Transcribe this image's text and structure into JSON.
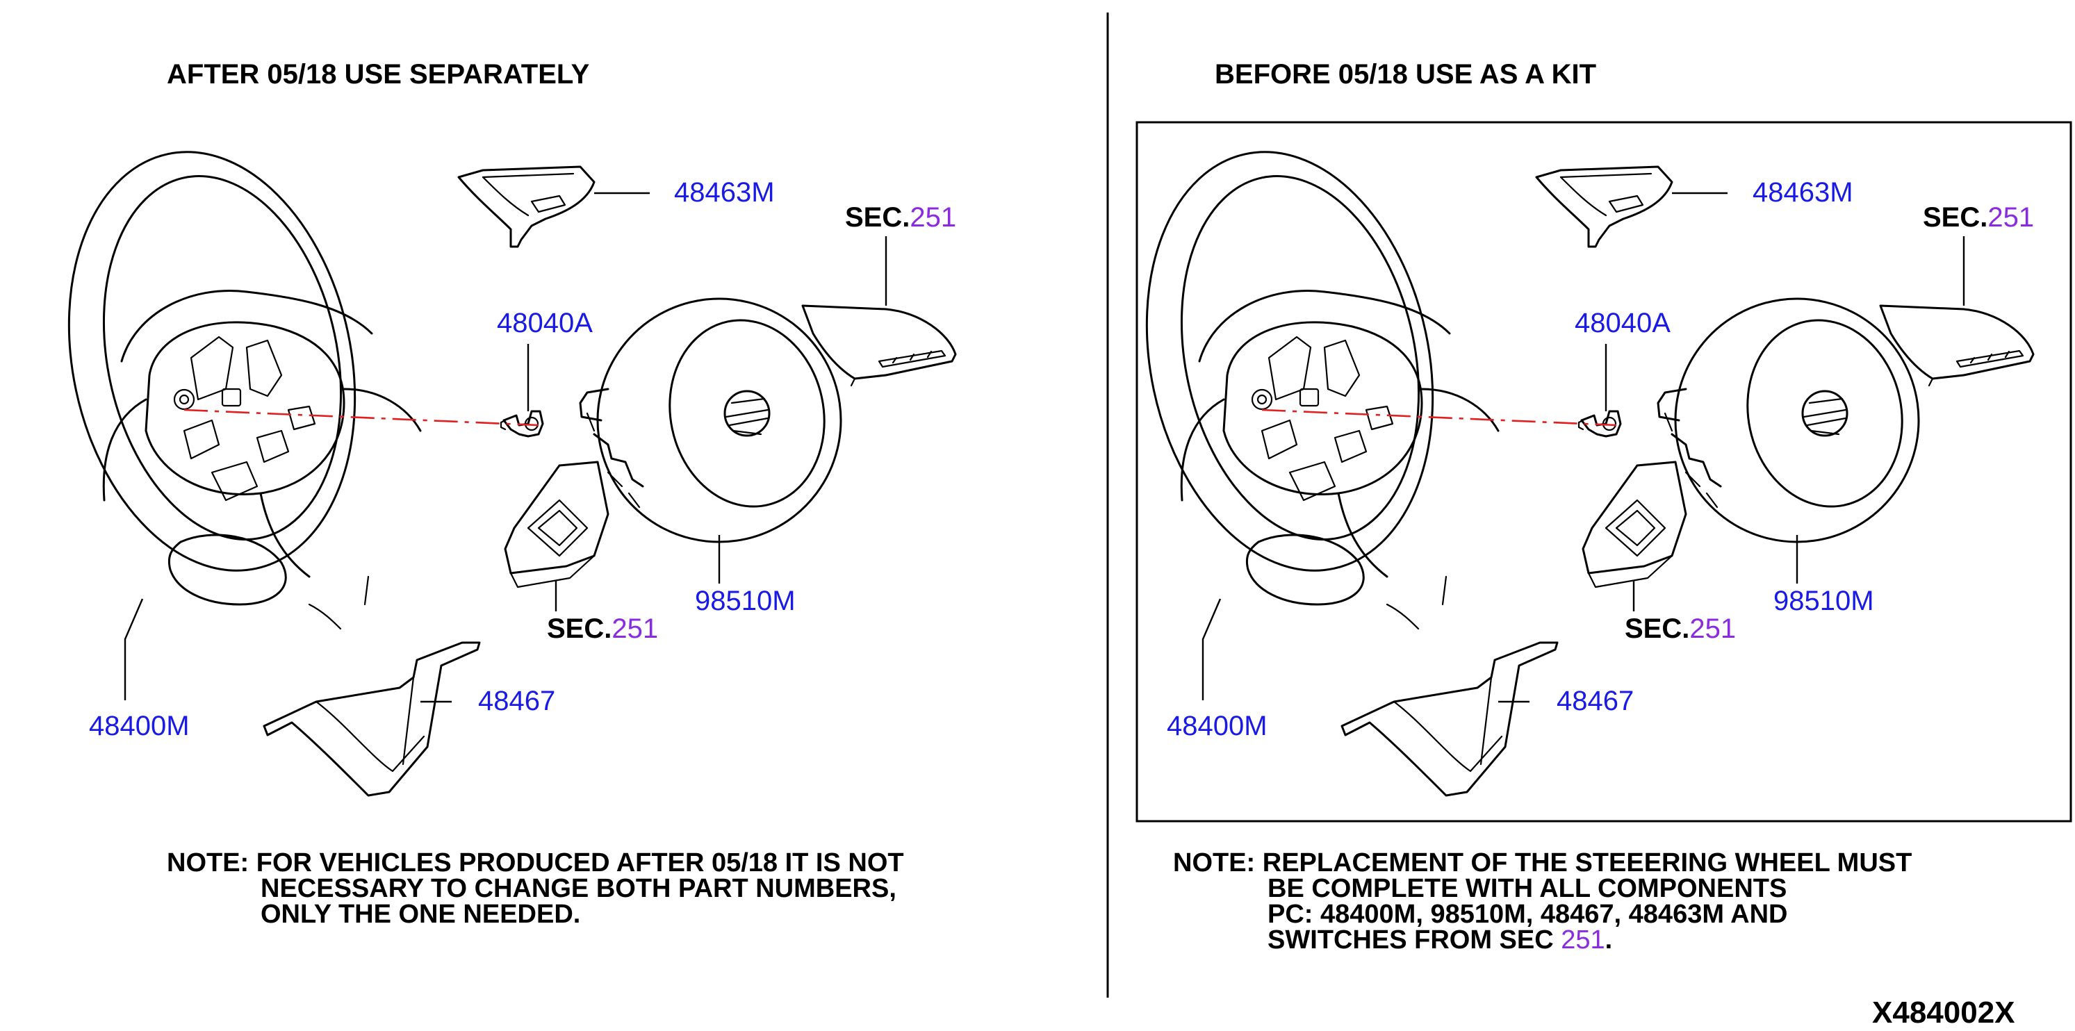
{
  "left": {
    "header": "AFTER 05/18 USE SEPARATELY",
    "parts": {
      "steering_wheel": "48400M",
      "switch_cover": "48463M",
      "bolt": "48040A",
      "airbag": "98510M",
      "finisher": "48467"
    },
    "sec_upper": {
      "prefix": "SEC.",
      "number": "251"
    },
    "sec_lower": {
      "prefix": "SEC.",
      "number": "251"
    },
    "note": {
      "line1": "NOTE: FOR VEHICLES PRODUCED AFTER 05/18 IT IS NOT",
      "line2": "NECESSARY  TO  CHANGE  BOTH  PART  NUMBERS,",
      "line3": "ONLY THE ONE NEEDED."
    }
  },
  "right": {
    "header": "BEFORE 05/18 USE AS A KIT",
    "parts": {
      "steering_wheel": "48400M",
      "switch_cover": "48463M",
      "bolt": "48040A",
      "airbag": "98510M",
      "finisher": "48467"
    },
    "sec_upper": {
      "prefix": "SEC.",
      "number": "251"
    },
    "sec_lower": {
      "prefix": "SEC.",
      "number": "251"
    },
    "note": {
      "line1": "NOTE: REPLACEMENT OF THE STEEERING WHEEL MUST",
      "line2": "BE COMPLETE WITH ALL COMPONENTS",
      "line3": "PC: 48400M, 98510M, 48467, 48463M AND",
      "line4_prefix": "SWITCHES FROM SEC ",
      "line4_link": "251",
      "line4_suffix": "."
    }
  },
  "diagram_code": "X484002X",
  "colors": {
    "part_number": "#1a1ae6",
    "section_link": "#8a2be2",
    "center_axis": "#e02020",
    "line": "#000000"
  }
}
